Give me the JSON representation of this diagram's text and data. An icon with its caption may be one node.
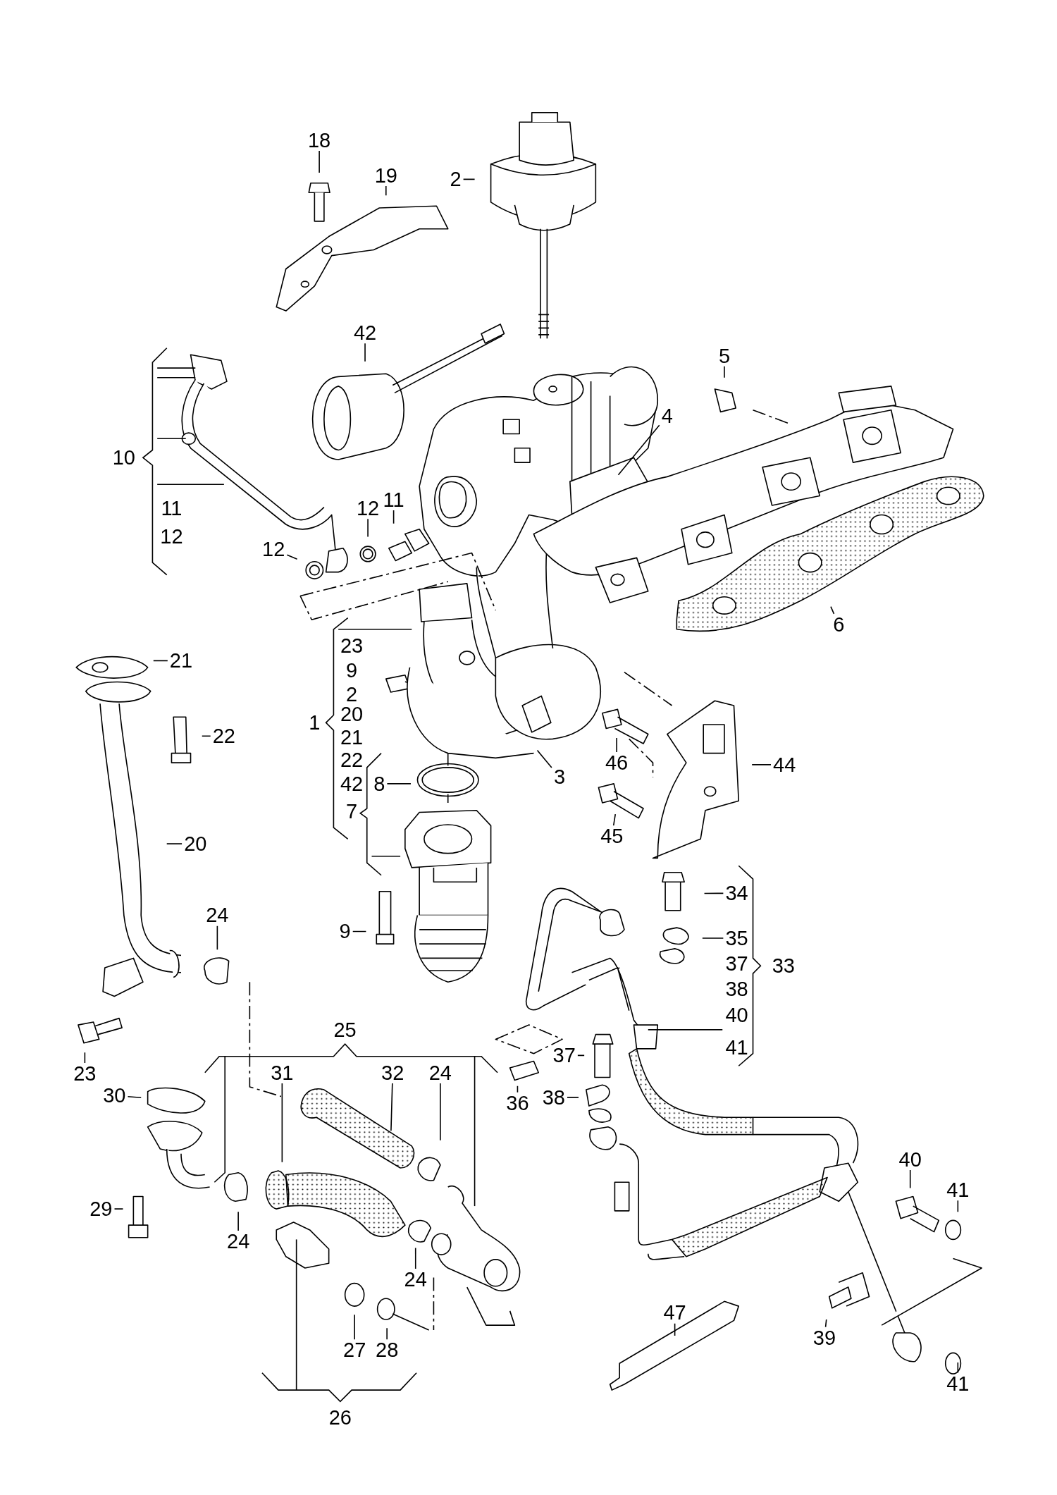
{
  "diagram": {
    "nodes": [
      {
        "text": [
          "18"
        ]
      },
      {
        "text": [
          "19"
        ]
      },
      {
        "text": [
          "2"
        ]
      },
      {
        "text": [
          "42"
        ]
      },
      {
        "text": [
          "5"
        ]
      },
      {
        "text": [
          "4"
        ]
      },
      {
        "text": [
          "12"
        ]
      },
      {
        "text": [
          "11"
        ]
      },
      {
        "text": [
          "12"
        ]
      },
      {
        "text": [
          "6"
        ]
      },
      {
        "text": [
          "21"
        ]
      },
      {
        "text": [
          "22"
        ]
      },
      {
        "text": [
          "8"
        ]
      },
      {
        "text": [
          "3"
        ]
      },
      {
        "text": [
          "46"
        ]
      },
      {
        "text": [
          "44"
        ]
      },
      {
        "text": [
          "45"
        ]
      },
      {
        "text": [
          "20"
        ]
      },
      {
        "text": [
          "24"
        ]
      },
      {
        "text": [
          "9"
        ]
      },
      {
        "text": [
          "34"
        ]
      },
      {
        "text": [
          "35"
        ]
      },
      {
        "text": [
          "23"
        ]
      },
      {
        "text": [
          "31"
        ]
      },
      {
        "text": [
          "32"
        ]
      },
      {
        "text": [
          "24"
        ]
      },
      {
        "text": [
          "30"
        ]
      },
      {
        "text": [
          "37"
        ]
      },
      {
        "text": [
          "36"
        ]
      },
      {
        "text": [
          "38"
        ]
      },
      {
        "text": [
          "40"
        ]
      },
      {
        "text": [
          "41"
        ]
      },
      {
        "text": [
          "29"
        ]
      },
      {
        "text": [
          "24"
        ]
      },
      {
        "text": [
          "24"
        ]
      },
      {
        "text": [
          "39"
        ]
      },
      {
        "text": [
          "47"
        ]
      },
      {
        "text": [
          "27"
        ]
      },
      {
        "text": [
          "28"
        ]
      },
      {
        "text": [
          "41"
        ]
      }
    ],
    "edges": [
      {
        "from": 0,
        "to": null,
        "arrow": "none"
      },
      {
        "from": 1,
        "to": null,
        "arrow": "none"
      },
      {
        "from": 2,
        "to": null,
        "arrow": "none"
      },
      {
        "from": 3,
        "to": null,
        "arrow": "none"
      },
      {
        "from": 4,
        "to": null,
        "arrow": "none"
      },
      {
        "from": 5,
        "to": null,
        "arrow": "none"
      },
      {
        "from": 6,
        "to": null,
        "arrow": "none"
      },
      {
        "from": 7,
        "to": null,
        "arrow": "none"
      },
      {
        "from": 8,
        "to": null,
        "arrow": "none"
      },
      {
        "from": 9,
        "to": null,
        "arrow": "none"
      },
      {
        "from": 10,
        "to": null,
        "arrow": "none"
      },
      {
        "from": 11,
        "to": null,
        "arrow": "none"
      },
      {
        "from": 12,
        "to": null,
        "arrow": "none"
      },
      {
        "from": 13,
        "to": null,
        "arrow": "none"
      },
      {
        "from": 14,
        "to": null,
        "arrow": "none"
      },
      {
        "from": 15,
        "to": null,
        "arrow": "none"
      },
      {
        "from": 16,
        "to": null,
        "arrow": "none"
      },
      {
        "from": 17,
        "to": null,
        "arrow": "none"
      },
      {
        "from": 18,
        "to": null,
        "arrow": "none"
      },
      {
        "from": 19,
        "to": null,
        "arrow": "none"
      },
      {
        "from": 20,
        "to": null,
        "arrow": "none"
      },
      {
        "from": 21,
        "to": null,
        "arrow": "none"
      },
      {
        "from": 22,
        "to": null,
        "arrow": "none"
      },
      {
        "from": 23,
        "to": null,
        "arrow": "none"
      },
      {
        "from": 24,
        "to": null,
        "arrow": "none"
      },
      {
        "from": 25,
        "to": null,
        "arrow": "none"
      },
      {
        "from": 26,
        "to": null,
        "arrow": "none"
      },
      {
        "from": 27,
        "to": null,
        "arrow": "none"
      },
      {
        "from": 28,
        "to": null,
        "arrow": "none"
      },
      {
        "from": 29,
        "to": null,
        "arrow": "none"
      },
      {
        "from": 30,
        "to": null,
        "arrow": "none"
      },
      {
        "from": 31,
        "to": null,
        "arrow": "none"
      },
      {
        "from": 32,
        "to": null,
        "arrow": "none"
      },
      {
        "from": 33,
        "to": null,
        "arrow": "none"
      },
      {
        "from": 34,
        "to": null,
        "arrow": "none"
      },
      {
        "from": 35,
        "to": null,
        "arrow": "none"
      },
      {
        "from": 36,
        "to": null,
        "arrow": "none"
      },
      {
        "from": 37,
        "to": null,
        "arrow": "none"
      },
      {
        "from": 38,
        "to": null,
        "arrow": "none"
      },
      {
        "from": 39,
        "to": null,
        "arrow": "none"
      }
    ],
    "labels": [
      "10",
      "11",
      "12",
      "23",
      "9",
      "2",
      "20",
      "21",
      "22",
      "42",
      "7",
      "1",
      "37",
      "38",
      "40",
      "41",
      "33",
      "25",
      "26"
    ]
  }
}
